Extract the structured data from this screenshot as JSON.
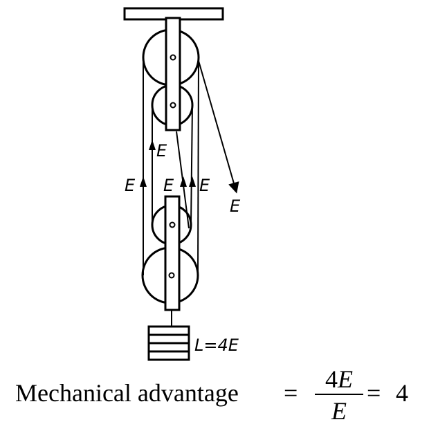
{
  "diagram": {
    "labels": {
      "e_upper": "E",
      "e_left": "E",
      "e_middle": "E",
      "e_right": "E",
      "e_pull": "E",
      "load": "L=4E"
    }
  },
  "caption": {
    "text": "Mechanical advantage",
    "eq1": "=",
    "numerator_coeff": "4",
    "numerator_var": "E",
    "denominator": "E",
    "eq2": "=",
    "value": "4"
  }
}
